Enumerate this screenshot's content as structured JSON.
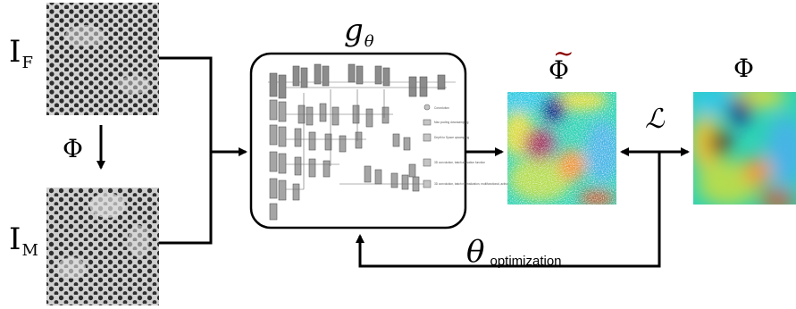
{
  "labels": {
    "fixed_image": {
      "main": "I",
      "sub": "F"
    },
    "moving_image": {
      "main": "I",
      "sub": "M"
    },
    "phi_arrow": "Φ",
    "network": {
      "main": "g",
      "sub": "θ"
    },
    "phi_estimated": "Φ",
    "phi_estimated_accent": "~",
    "phi_true": "Φ",
    "loss": "ℒ",
    "theta": "θ",
    "theta_sub": "optimization"
  },
  "network_legend": [
    "Convolution",
    "Max pooling downsampling",
    "Depth to Space upsampling",
    "3D convolution, batch activation function",
    "3D convolution, batch normalization, multifunctional, activation function"
  ],
  "colors": {
    "arrow": "#000000",
    "box_border": "#000000",
    "box_fill": "#ffffff",
    "field_cyan": "#33c8e6",
    "field_teal": "#2ed2b4",
    "field_yellow": "#dcdc3c",
    "field_orange": "#f0963c",
    "field_navy": "#0a1e82",
    "field_maroon": "#64141e"
  }
}
